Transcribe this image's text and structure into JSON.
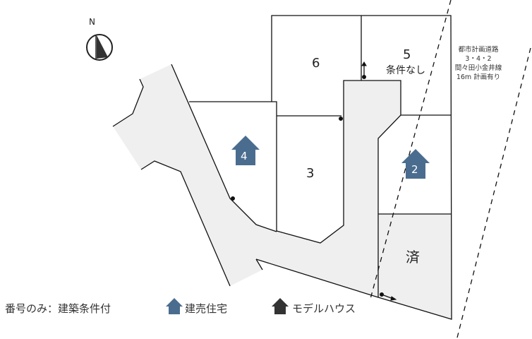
{
  "compass": {
    "label": "N"
  },
  "lots": [
    {
      "id": "6",
      "label": "6"
    },
    {
      "id": "5",
      "label": "5",
      "note": "条件なし"
    },
    {
      "id": "4",
      "label": "4"
    },
    {
      "id": "3",
      "label": "3"
    },
    {
      "id": "2",
      "label": "2"
    },
    {
      "id": "sold",
      "label": "済"
    }
  ],
  "road_note": [
    "都市計画道路",
    "3・4・2",
    "間々田小金井線",
    "16m 計画有り"
  ],
  "legend": {
    "conditional": "番号のみ：建築条件付",
    "ready_built": "建売住宅",
    "model_house": "モデルハウス"
  },
  "colors": {
    "ready_built": "#4a6d8f",
    "model_house": "#333333",
    "road": "#efefef"
  }
}
